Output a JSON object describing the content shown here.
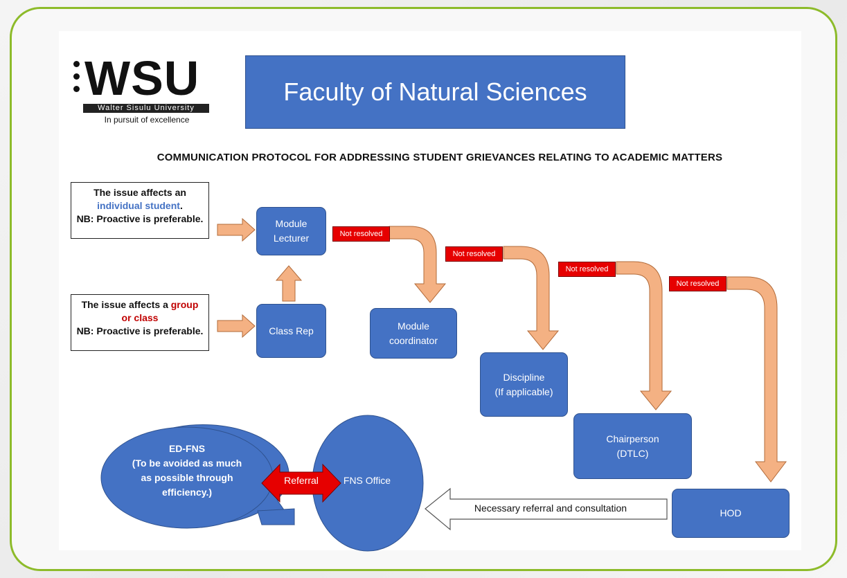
{
  "logo": {
    "wordmark": "WSU",
    "university": "Walter Sisulu University",
    "tagline": "In pursuit of excellence"
  },
  "title": "Faculty of Natural Sciences",
  "subtitle": "Communication protocol for addressing student grievances relating to academic matters",
  "issues": {
    "individual": {
      "line1": "The issue affects an",
      "highlight": "individual student",
      "tail": ".",
      "note": "NB: Proactive is preferable."
    },
    "group": {
      "line1": "The issue affects a",
      "highlight_a": "group",
      "highlight_b": "or class",
      "note": "NB: Proactive is preferable."
    }
  },
  "nodes": {
    "module_lecturer": "Module Lecturer",
    "class_rep": "Class Rep",
    "module_coordinator": "Module coordinator",
    "discipline": "Discipline",
    "discipline_note": "(If applicable)",
    "chairperson": "Chairperson",
    "chairperson_note": "(DTLC)",
    "hod": "HOD",
    "fns_office": "FNS Office",
    "ed_fns": "ED-FNS",
    "ed_fns_note": "(To be avoided as much as possible through efficiency.)"
  },
  "labels": {
    "not_resolved": "Not resolved",
    "referral": "Referral",
    "consultation": "Necessary referral and consultation"
  },
  "colors": {
    "node_blue": "#4472c4",
    "arrow_fill": "#f4b183",
    "alert_red": "#e60000",
    "frame_green": "#8dbb2a"
  }
}
